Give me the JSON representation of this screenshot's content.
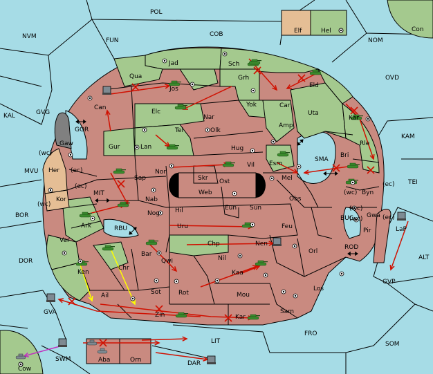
{
  "colors": {
    "sea": "#a6dce6",
    "red_land": "#c98a80",
    "green_land": "#a4c98e",
    "tan_land": "#e5be95",
    "gray_land": "#808080",
    "move_red": "#d01000",
    "move_yellow": "#ffff00",
    "move_magenta": "#c030c0",
    "tank_green": "#3a8a2c",
    "tank_gray": "#7e8a92"
  },
  "icons": {
    "supply_center": "circle-dot-icon",
    "army_unit": "tank-icon",
    "failed_order": "x-mark-icon",
    "canal_link": "double-arrow-icon"
  },
  "legend_box": {
    "left": "Elf",
    "right": "Hel"
  },
  "sea_labels": {
    "pol": "POL",
    "nvm": "NVM",
    "fun": "FUN",
    "cob": "COB",
    "nom": "NOM",
    "con": "Con",
    "ovd": "OVD",
    "kal": "KAL",
    "gvg": "GVG",
    "gor": "GOR",
    "kam": "KAM",
    "mvu": "MVU",
    "mit": "MIT",
    "sma": "SMA",
    "tei": "TEI",
    "bor": "BOR",
    "rbu": "RBU",
    "buc": "BUC",
    "dor": "DOR",
    "rod": "ROD",
    "alt": "ALT",
    "gvp": "GVP",
    "gva": "GVA",
    "fro": "FRO",
    "lit": "LIT",
    "som": "SOM",
    "swm": "SWM",
    "dar": "DAR",
    "cow": "Cow"
  },
  "land_labels": {
    "jad": "Jad",
    "sch": "Sch",
    "qua": "Qua",
    "jos": "Jos",
    "grh": "Grh",
    "eld": "Eld",
    "can": "Can",
    "car": "Car",
    "elc": "Elc",
    "nar": "Nar",
    "yok": "Yok",
    "uta": "Uta",
    "tel": "Tel",
    "olk": "Olk",
    "amp": "Amp",
    "kar_n": "Kar",
    "gaw": "Gaw",
    "gur": "Gur",
    "lan": "Lan",
    "hug": "Hug",
    "rle": "Rle",
    "bri": "Bri",
    "nor": "Nor",
    "vil": "Vil",
    "esm": "Esm",
    "her": "Her",
    "sap": "Sap",
    "skr": "Skr",
    "ost": "Ost",
    "mel": "Mel",
    "web": "Web",
    "byn": "Byn",
    "kor": "Kor",
    "nab": "Nab",
    "eun": "Eun",
    "obs": "Obs",
    "hil": "Hil",
    "sun": "Sun",
    "gwa": "Gwa",
    "ark": "Ark",
    "nog": "Nog",
    "uru": "Uru",
    "feu": "Feu",
    "pir": "Pir",
    "ver": "Ver",
    "chp": "Chp",
    "nen": "Nen",
    "bar": "Bar",
    "qwi": "Qwi",
    "nil": "Nil",
    "orl": "Orl",
    "chr": "Chr",
    "ken": "Ken",
    "kaa": "Kaa",
    "los": "Los",
    "sot": "Sot",
    "rot": "Rot",
    "mou": "Mou",
    "ail": "Ail",
    "zin": "Zin",
    "kar_s": "Kar",
    "sam": "Sam",
    "aba": "Aba",
    "orn": "Orn",
    "lap": "LaP"
  },
  "coast_tags": {
    "wc1": "(wc)",
    "ec1": "(ec)",
    "ec2": "(ec)",
    "wc2": "(wc)",
    "wc3": "(wc)",
    "ec3": "(ec)",
    "wc4": "(wc)",
    "wc5": "(wc)",
    "ec4": "(ec)"
  }
}
